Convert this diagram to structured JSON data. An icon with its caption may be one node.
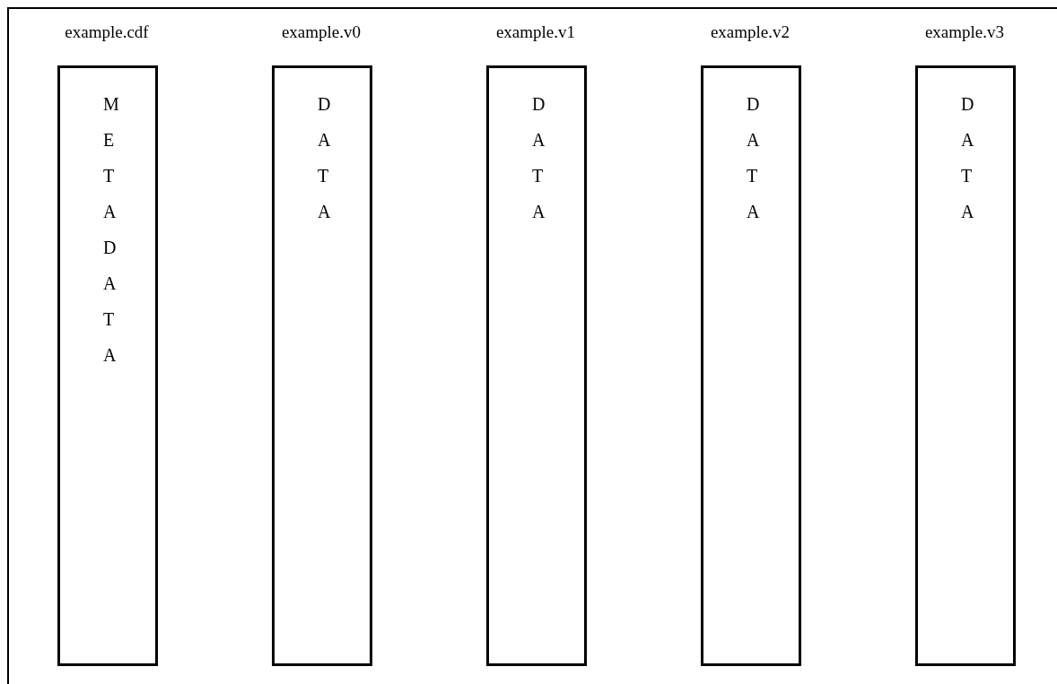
{
  "diagram": {
    "nodes": [
      {
        "text": [
          "example.cdf",
          "METADATA"
        ]
      },
      {
        "text": [
          "example.v0",
          "DATA"
        ]
      },
      {
        "text": [
          "example.v1",
          "DATA"
        ]
      },
      {
        "text": [
          "example.v2",
          "DATA"
        ]
      },
      {
        "text": [
          "example.v3",
          "DATA"
        ]
      }
    ],
    "edges": []
  }
}
